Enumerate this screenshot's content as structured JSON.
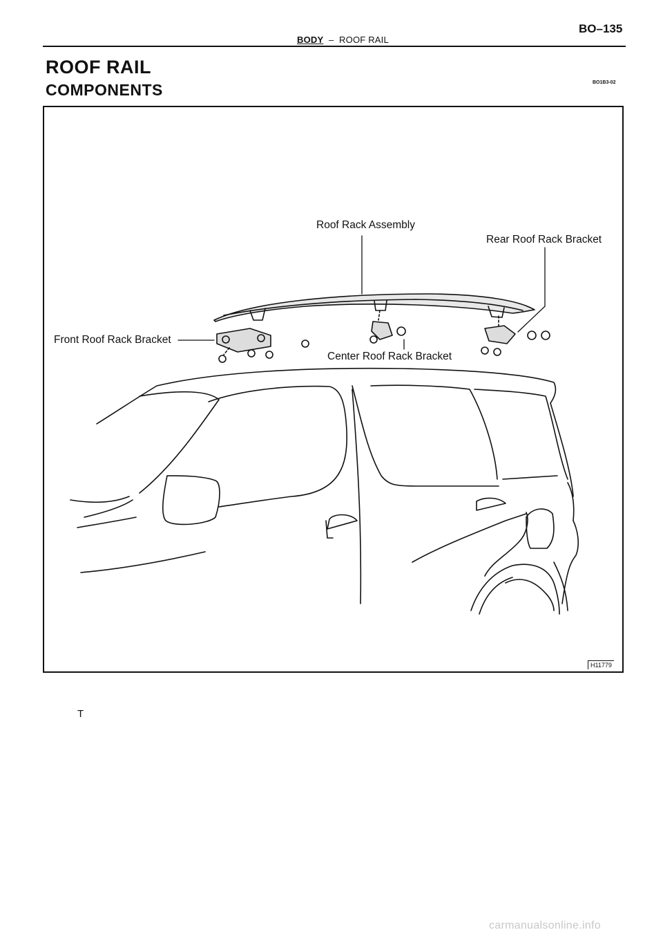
{
  "header": {
    "section": "BODY",
    "separator": "–",
    "subsection": "ROOF RAIL",
    "page_number": "BO–135"
  },
  "title": "ROOF RAIL",
  "subtitle": "COMPONENTS",
  "doc_code": "BO1B3-02",
  "diagram": {
    "labels": {
      "roof_rack_assembly": "Roof Rack Assembly",
      "rear_bracket": "Rear Roof Rack Bracket",
      "front_bracket": "Front Roof Rack Bracket",
      "center_bracket": "Center Roof Rack Bracket",
      "corner_mark": "T"
    },
    "figure_code": "H11779"
  },
  "watermark": "carmanualsonline.info"
}
